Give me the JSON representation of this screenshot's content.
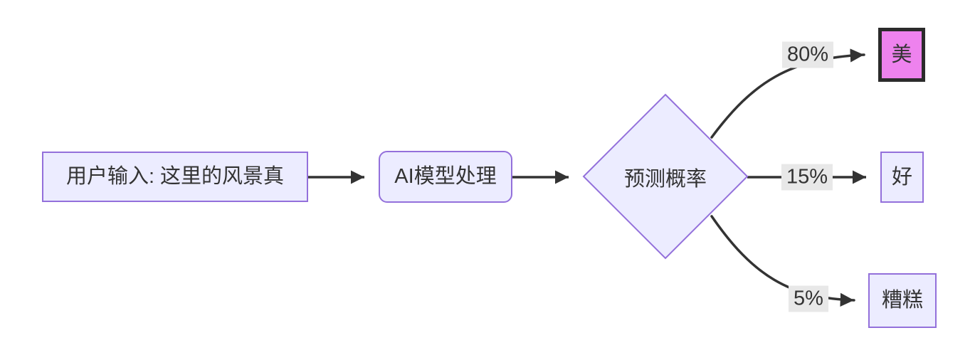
{
  "diagram": {
    "type": "flowchart",
    "direction": "left-to-right",
    "nodes": {
      "input": {
        "label": "用户输入: 这里的风景真",
        "shape": "rect"
      },
      "model": {
        "label": "AI模型处理",
        "shape": "rounded-rect"
      },
      "decision": {
        "label": "预测概率",
        "shape": "diamond"
      },
      "beautiful": {
        "label": "美",
        "shape": "rect",
        "highlighted": true
      },
      "good": {
        "label": "好",
        "shape": "rect"
      },
      "bad": {
        "label": "糟糕",
        "shape": "rect"
      }
    },
    "edges": [
      {
        "from": "input",
        "to": "model",
        "label": ""
      },
      {
        "from": "model",
        "to": "decision",
        "label": ""
      },
      {
        "from": "decision",
        "to": "beautiful",
        "label": "80%"
      },
      {
        "from": "decision",
        "to": "good",
        "label": "15%"
      },
      {
        "from": "decision",
        "to": "bad",
        "label": "5%"
      }
    ],
    "colors": {
      "background": "#ffffff",
      "node_fill": "#ececff",
      "node_border": "#9370db",
      "highlight_fill": "#ee82ee",
      "highlight_border": "#2b2b2b",
      "edge_stroke": "#333333",
      "edge_label_bg": "#e8e8e8",
      "text": "#333333"
    }
  }
}
